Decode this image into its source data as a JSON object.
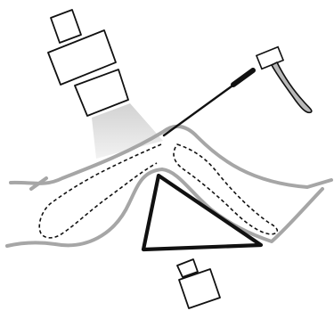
{
  "diagram": {
    "colors": {
      "background": "#ffffff",
      "outline": "#111111",
      "limb": "#a6a6a6",
      "tool_fill": "#ffffff",
      "hammer_handle": "#b9b9b9",
      "beam_top": "#d2d2d2",
      "beam_bottom": "#f2f2f2"
    },
    "objects": [
      {
        "name": "imaging-device-upper",
        "icon": "fluoroscope-tube-icon"
      },
      {
        "name": "imaging-beam",
        "icon": "x-ray-cone-icon"
      },
      {
        "name": "leg-outline",
        "icon": "bent-knee-limb-icon"
      },
      {
        "name": "bone-outline",
        "icon": "dashed-bone-icon"
      },
      {
        "name": "positioning-triangle",
        "icon": "triangle-bolster-icon"
      },
      {
        "name": "insertion-wire",
        "icon": "guide-wire-icon"
      },
      {
        "name": "mallet",
        "icon": "hammer-icon"
      },
      {
        "name": "imaging-device-lower",
        "icon": "detector-icon"
      }
    ]
  }
}
